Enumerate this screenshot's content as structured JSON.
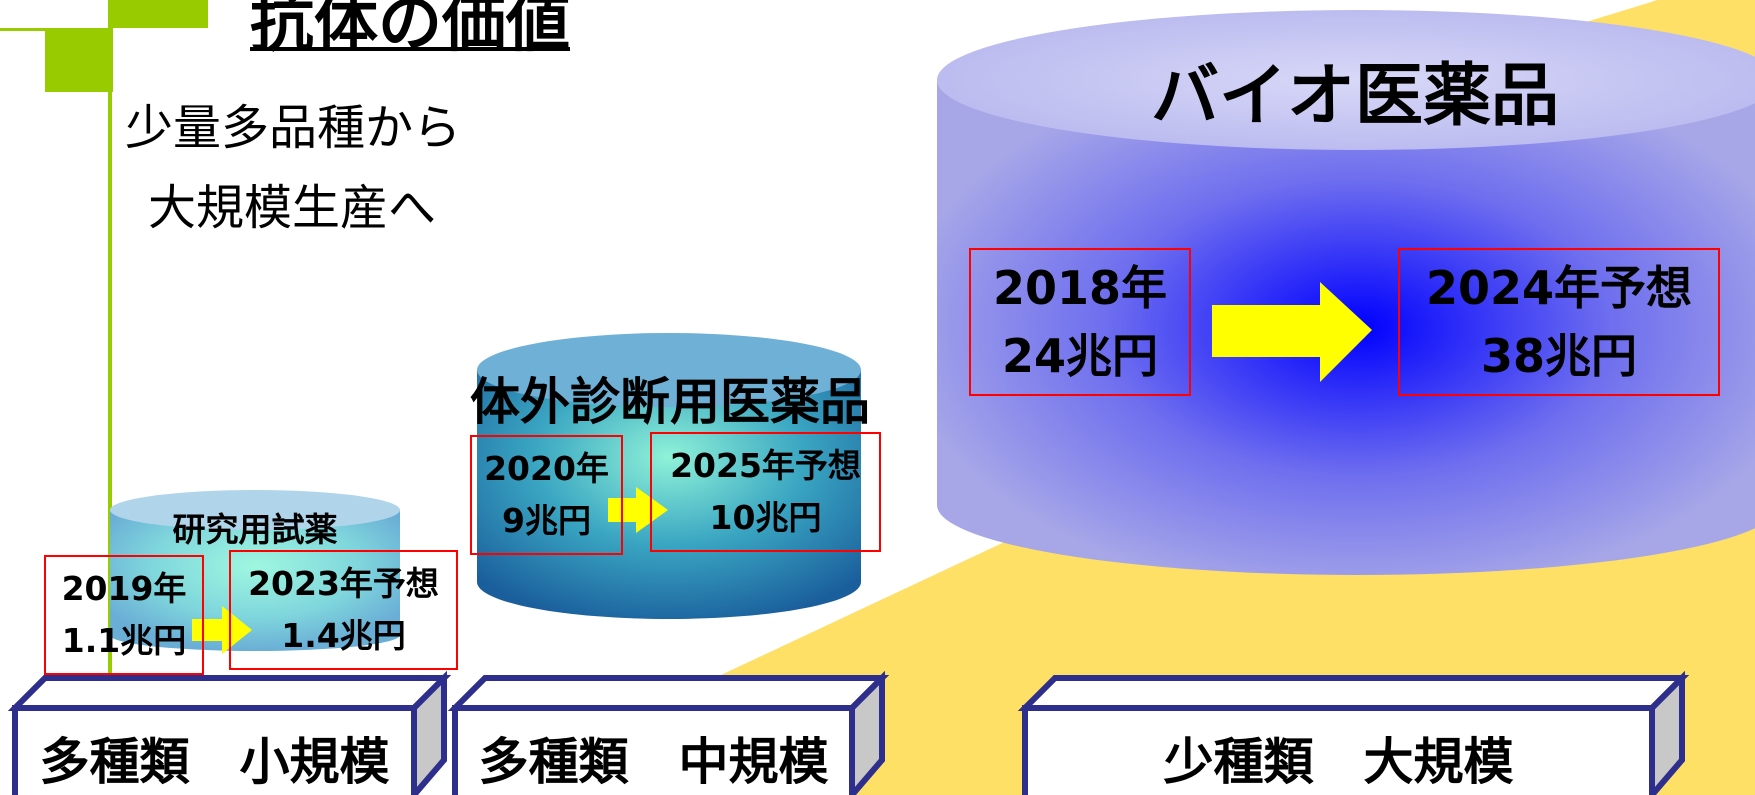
{
  "title": "抗体の価値",
  "subtitle_lines": [
    "少量多品種から",
    "大規模生産へ"
  ],
  "colors": {
    "accent_green": "#99cc00",
    "background_yellow": "#ffe066",
    "highlight_box_border": "#ff0000",
    "arrow": "#ffff00",
    "category_box_border": "#2e2e8c"
  },
  "segments": [
    {
      "id": "research-reagents",
      "product": "研究用試薬",
      "from_label": "2019年",
      "from_value": "1.1兆円",
      "to_label": "2023年予想",
      "to_value": "1.4兆円",
      "category": "多種類　小規模"
    },
    {
      "id": "in-vitro-diagnostics",
      "product": "体外診断用医薬品",
      "from_label": "2020年",
      "from_value": "9兆円",
      "to_label": "2025年予想",
      "to_value": "10兆円",
      "category": "多種類　中規模"
    },
    {
      "id": "biopharmaceuticals",
      "product": "バイオ医薬品",
      "from_label": "2018年",
      "from_value": "24兆円",
      "to_label": "2024年予想",
      "to_value": "38兆円",
      "category": "少種類　大規模"
    }
  ]
}
